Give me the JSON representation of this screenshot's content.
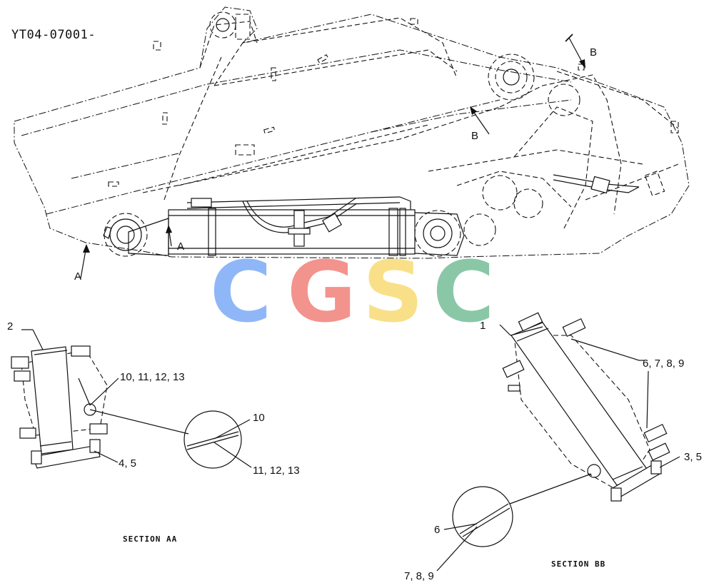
{
  "drawing_id": "YT04-07001-",
  "watermark": {
    "text": "CGSC",
    "letters": [
      "C",
      "G",
      "S",
      "C"
    ],
    "colors": [
      "#86b1f7",
      "#f28a84",
      "#f9de7e",
      "#7fc3a0"
    ]
  },
  "section_markers": {
    "a_top": "A",
    "a_bottom": "A",
    "b_top": "B",
    "b_bottom": "B"
  },
  "callouts": {
    "c1": "1",
    "c2": "2",
    "c10_13": "10, 11, 12, 13",
    "c4_5": "4, 5",
    "c10": "10",
    "c11_13": "11, 12, 13",
    "c6_9": "6, 7, 8, 9",
    "c3_5": "3, 5",
    "c6": "6",
    "c7_9": "7, 8, 9"
  },
  "section_titles": {
    "aa": "SECTION AA",
    "bb": "SECTION BB"
  }
}
